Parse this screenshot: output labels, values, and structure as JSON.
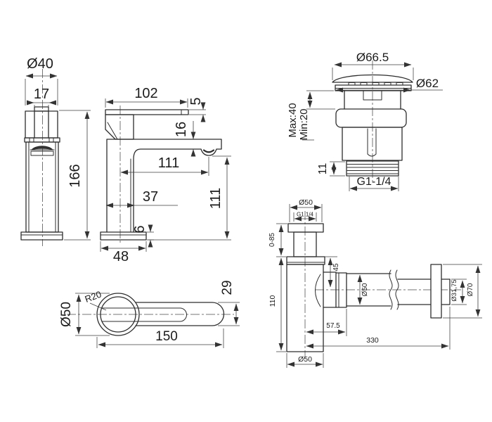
{
  "drawing": {
    "background": "#ffffff",
    "line_color": "#2d2d2d",
    "views": {
      "faucet_front": {
        "dims": {
          "top_diameter": "Ø40",
          "cap_width": "17",
          "total_height": "166"
        }
      },
      "faucet_side": {
        "dims": {
          "lever_length": "102",
          "lever_thickness": "5",
          "spout_height": "16",
          "spout_reach": "111",
          "body_depth": "37",
          "outlet_height": "111",
          "base_thickness": "6",
          "base_depth": "48"
        }
      },
      "drain_waste": {
        "dims": {
          "cap_diameter": "Ø66.5",
          "flange_diameter": "Ø62",
          "clamp_max": "Max:40",
          "clamp_min": "Min:20",
          "thread_length": "11",
          "thread_size": "G1-1/4"
        }
      },
      "handle_top": {
        "dims": {
          "base_diameter": "Ø50",
          "corner_radius": "R20",
          "handle_length": "150",
          "handle_width": "29"
        }
      },
      "bottle_trap": {
        "dims": {
          "inlet_nut_diameter": "Ø50",
          "inlet_thread": "G1 1/4",
          "height_adjust": "0-85",
          "body_height": "110",
          "outlet_drop": "45",
          "outlet_offset": "57.5",
          "outlet_diameter": "Ø50",
          "pipe_length": "330",
          "pipe_diameter": "Ø31,75",
          "wall_flange_diameter": "Ø70",
          "cup_diameter": "Ø50"
        }
      }
    }
  }
}
